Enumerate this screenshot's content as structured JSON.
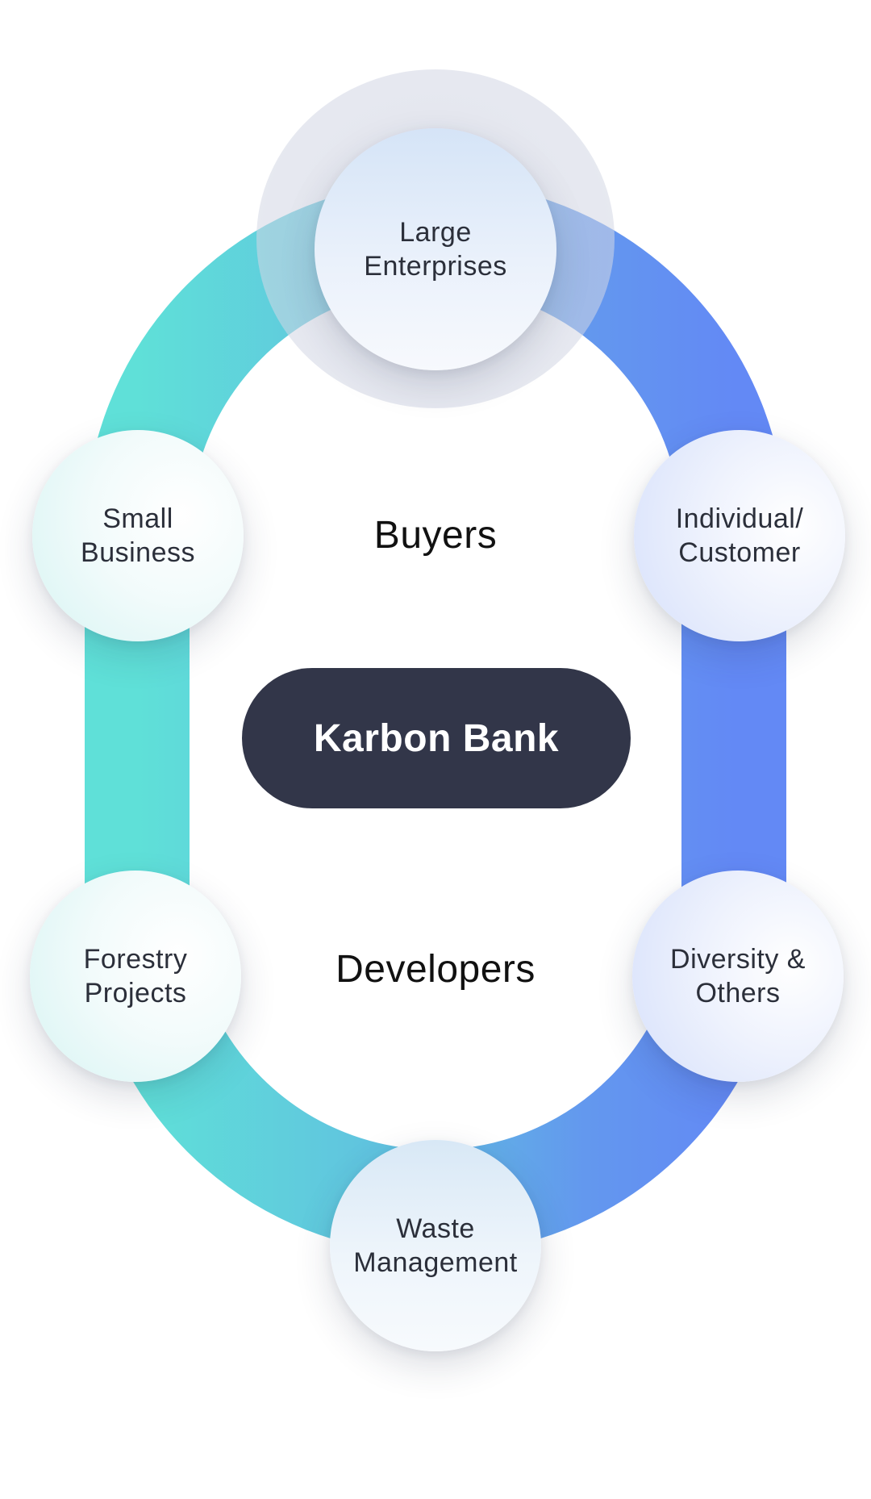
{
  "diagram": {
    "center_label": "Karbon Bank",
    "sections": {
      "buyers": "Buyers",
      "developers": "Developers"
    },
    "nodes": {
      "large_enterprises": "Large\nEnterprises",
      "small_business": "Small\nBusiness",
      "individual_customer": "Individual/\nCustomer",
      "forestry_projects": "Forestry\nProjects",
      "diversity_others": "Diversity &\nOthers",
      "waste_management": "Waste\nManagement"
    },
    "colors": {
      "ring_teal": "#5fe0d8",
      "ring_teal_dark": "#5cc6da",
      "ring_blue": "#6389f5",
      "ring_blue_mid": "#63a6ee",
      "center_pill": "#323649",
      "text_dark": "#111111",
      "node_text": "#2b2f3a"
    }
  }
}
